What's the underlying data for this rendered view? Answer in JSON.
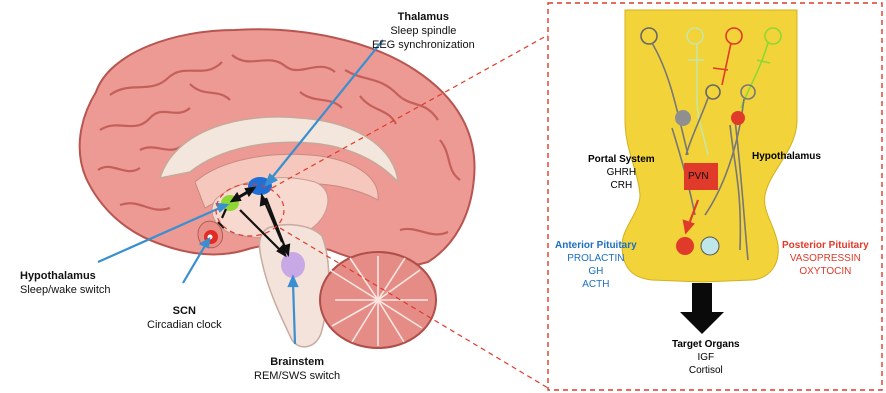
{
  "brain_labels": {
    "thalamus": {
      "title": "Thalamus",
      "line1": "Sleep spindle",
      "line2": "EEG synchronization"
    },
    "hypothalamus": {
      "title_bold": "Hypo",
      "title_rest": "thalamus",
      "line1": "Sleep/wake switch"
    },
    "scn": {
      "title": "SCN",
      "line1": "Circadian clock"
    },
    "brainstem": {
      "title": "Brainstem",
      "line1": "REM/SWS switch"
    }
  },
  "pituitary_panel": {
    "portal": {
      "title": "Portal System",
      "items": [
        "GHRH",
        "CRH"
      ]
    },
    "hypothalamus_label": "Hypothalamus",
    "pvn_label": "PVN",
    "anterior": {
      "title": "Anterior Pituitary",
      "items": [
        "PROLACTIN",
        "GH",
        "ACTH"
      ]
    },
    "posterior": {
      "title": "Posterior Pituitary",
      "items": [
        "VASOPRESSIN",
        "OXYTOCIN"
      ]
    },
    "target": {
      "title": "Target Organs",
      "items": [
        "IGF",
        "Cortisol"
      ]
    }
  },
  "colors": {
    "brain_pink": "#e88f8a",
    "brain_dark": "#c05a56",
    "gland_yellow": "#f2d33a",
    "pvn_red": "#e03a2a",
    "dashed_red": "#e03a2a",
    "pointer_blue": "#3a8fd0",
    "label_blue": "#1c6fc0"
  }
}
